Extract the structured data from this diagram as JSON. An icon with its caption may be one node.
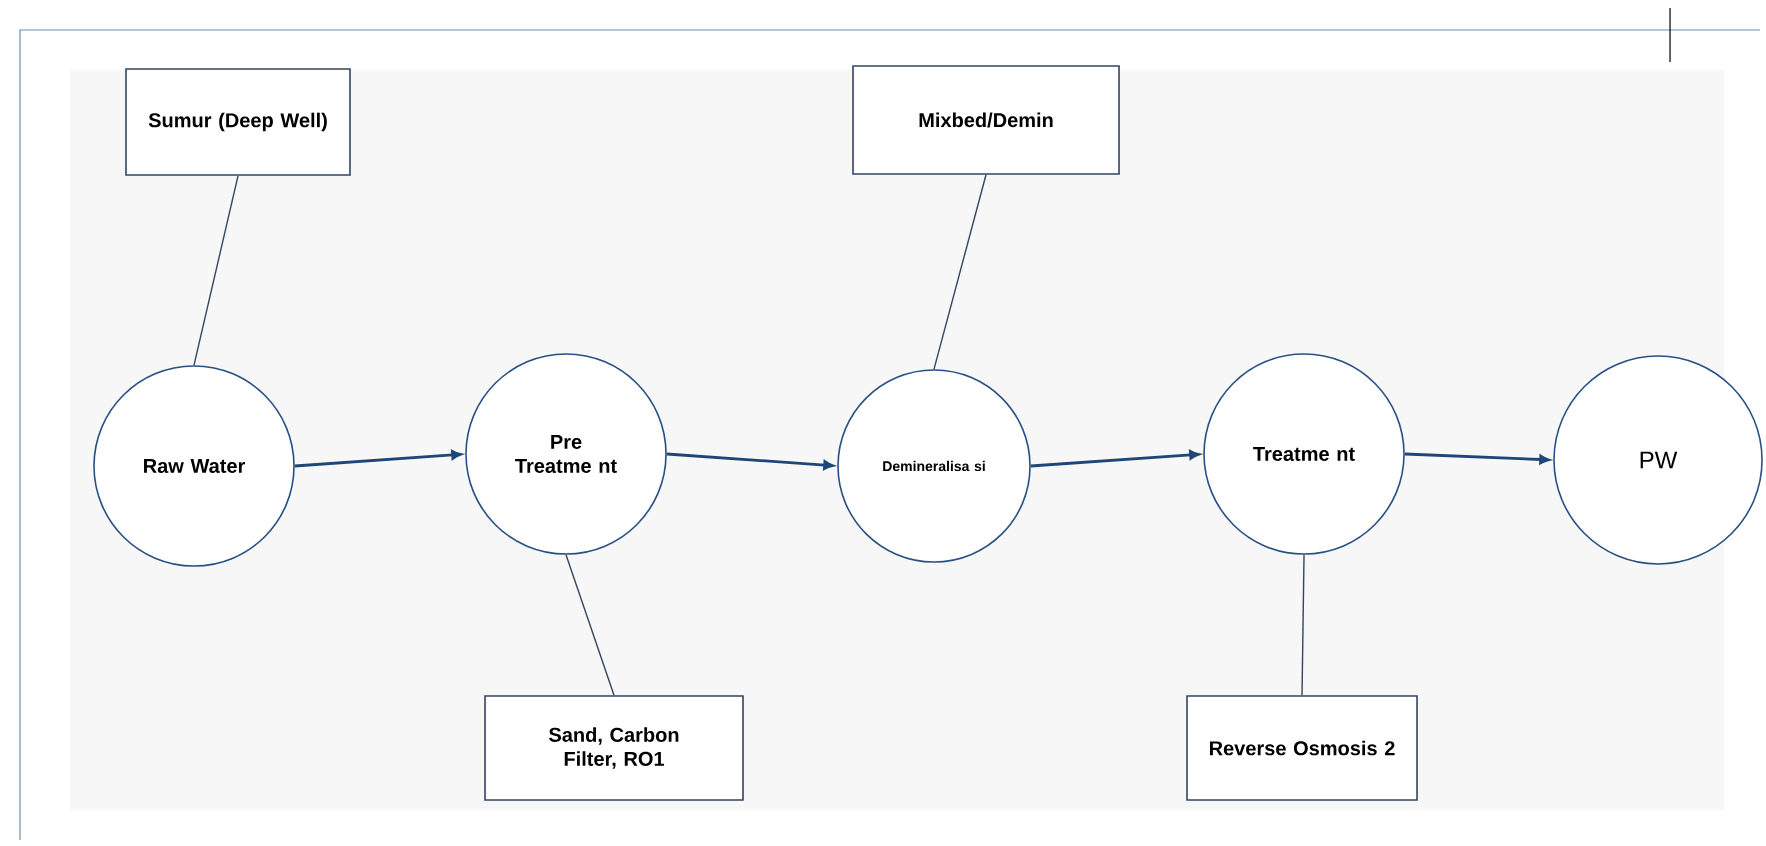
{
  "diagram": {
    "nodes": [
      {
        "text": [
          "Sumur (Deep Well)"
        ]
      },
      {
        "text": [
          "Raw Water"
        ]
      },
      {
        "text": [
          "Pre Treatme nt"
        ]
      },
      {
        "text": [
          "Sand, Carbon Filter, RO1"
        ]
      },
      {
        "text": [
          "Mixbed/Demin"
        ]
      },
      {
        "text": [
          "Demineralisa si"
        ]
      },
      {
        "text": [
          "Treatme nt"
        ]
      },
      {
        "text": [
          "Reverse Osmosis 2"
        ]
      },
      {
        "text": [
          "PW"
        ]
      }
    ],
    "edges": [
      {
        "from": 0,
        "to": 1,
        "arrow": "none"
      },
      {
        "from": 1,
        "to": 2,
        "arrow": "to"
      },
      {
        "from": 2,
        "to": 3,
        "arrow": "none"
      },
      {
        "from": 4,
        "to": 5,
        "arrow": "none"
      },
      {
        "from": 2,
        "to": 5,
        "arrow": "to"
      },
      {
        "from": 5,
        "to": 6,
        "arrow": "to"
      },
      {
        "from": 6,
        "to": 7,
        "arrow": "none"
      },
      {
        "from": 6,
        "to": 8,
        "arrow": "to"
      }
    ]
  }
}
